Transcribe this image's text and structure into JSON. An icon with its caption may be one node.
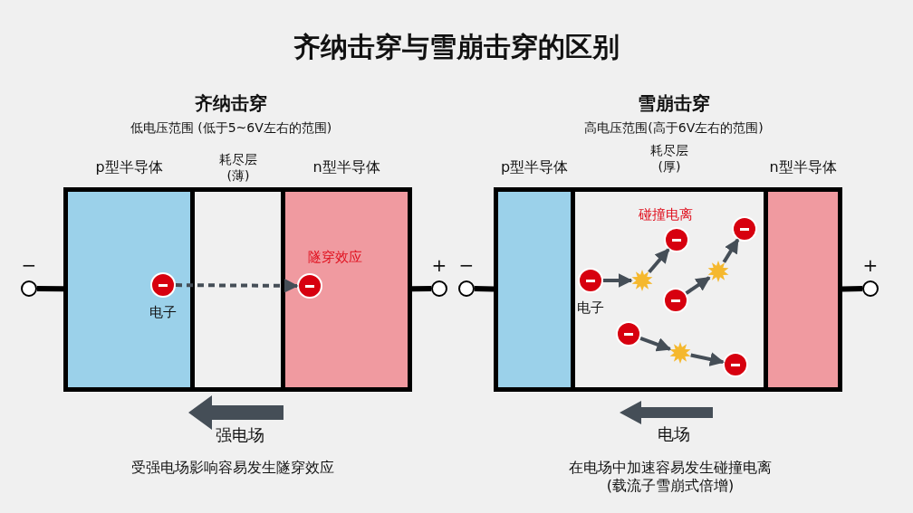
{
  "diagram": {
    "title": "齐纳击穿与雪崩击穿的区别",
    "nodes": [
      {
        "text": [
          "p型半导体"
        ]
      },
      {
        "text": [
          "n型半导体"
        ]
      },
      {
        "text": [],
        "shape": "circle",
        "in": 0,
        "beside": [
          "电子"
        ]
      },
      {
        "text": [],
        "shape": "circle",
        "in": 1
      },
      {
        "text": [],
        "shape": "circle",
        "beside": [
          "−"
        ]
      },
      {
        "text": [],
        "shape": "circle",
        "beside": [
          "+"
        ]
      },
      {
        "text": [
          "p型半导体"
        ]
      },
      {
        "text": [
          "耗尽层 (厚)"
        ]
      },
      {
        "text": [
          "n型半导体"
        ]
      },
      {
        "text": [],
        "shape": "circle",
        "in": 7,
        "beside": [
          "电子"
        ]
      },
      {
        "text": [],
        "shape": "star",
        "in": 7
      },
      {
        "text": [],
        "shape": "circle",
        "in": 7
      },
      {
        "text": [],
        "shape": "circle",
        "in": 7
      },
      {
        "text": [],
        "shape": "star",
        "in": 7
      },
      {
        "text": [],
        "shape": "circle",
        "in": 7
      },
      {
        "text": [],
        "shape": "circle",
        "in": 7
      },
      {
        "text": [],
        "shape": "star",
        "in": 7
      },
      {
        "text": [],
        "shape": "circle",
        "in": 7
      },
      {
        "text": [],
        "shape": "circle",
        "beside": [
          "−"
        ]
      },
      {
        "text": [],
        "shape": "circle",
        "beside": [
          "+"
        ]
      }
    ],
    "edges": [
      {
        "from": 2,
        "to": 3,
        "arrow": "to",
        "style": "dashed"
      },
      {
        "from": 4,
        "to": 0,
        "arrow": "none",
        "color": "#000000"
      },
      {
        "from": 1,
        "to": 5,
        "arrow": "none",
        "color": "#000000"
      },
      {
        "from": 9,
        "to": 10,
        "arrow": "to"
      },
      {
        "from": 10,
        "to": 11,
        "arrow": "to"
      },
      {
        "from": 12,
        "to": 13,
        "arrow": "to"
      },
      {
        "from": 13,
        "to": 14,
        "arrow": "to"
      },
      {
        "from": 15,
        "to": 16,
        "arrow": "to"
      },
      {
        "from": 16,
        "to": 17,
        "arrow": "to"
      },
      {
        "from": 18,
        "to": 6,
        "arrow": "none",
        "color": "#000000"
      },
      {
        "from": 8,
        "to": 19,
        "arrow": "none",
        "color": "#000000"
      }
    ],
    "labels": [
      "齐纳击穿",
      "低电压范围 (低于5~6V左右的范围)",
      "耗尽层 (薄)",
      "隧穿效应",
      "强电场",
      "受强电场影响容易发生隧穿效应",
      "雪崩击穿",
      "高电压范围(高于6V左右的范围)",
      "碰撞电离",
      "电场",
      "在电场中加速容易发生碰撞电离 (载流子雪崩式倍增)"
    ]
  }
}
